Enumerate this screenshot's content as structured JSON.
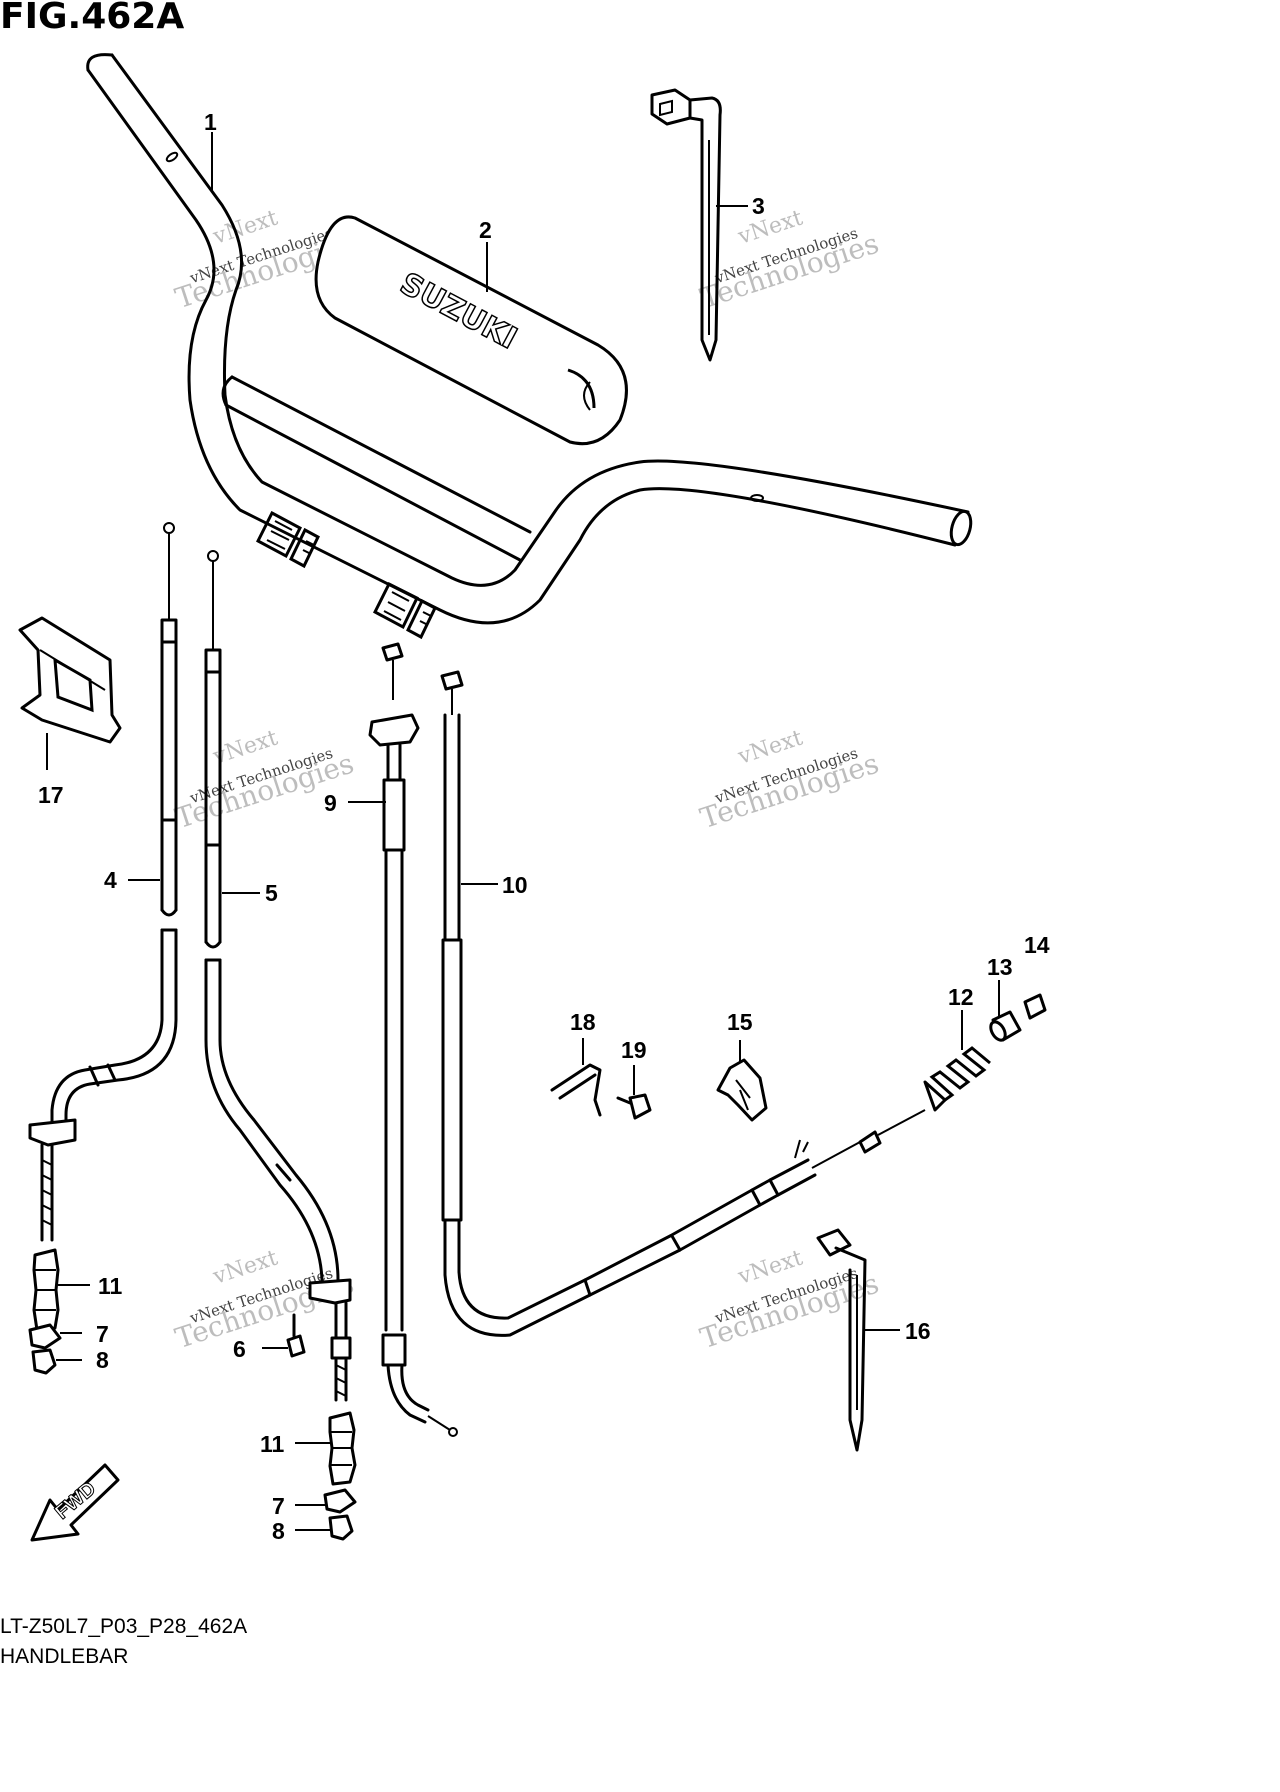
{
  "figure": {
    "title": "FIG.462A",
    "code": "LT-Z50L7_P03_P28_462A",
    "caption": "HANDLEBAR",
    "pad_logo_text": "SUZUKI",
    "fwd_label": "FWD"
  },
  "watermarks": [
    {
      "line1": "vNext",
      "line2": "vNext Technologies",
      "line3": "Technologies"
    },
    {
      "line1": "vNext",
      "line2": "vNext Technologies",
      "line3": "Technologies"
    },
    {
      "line1": "vNext",
      "line2": "vNext Technologies",
      "line3": "Technologies"
    },
    {
      "line1": "vNext",
      "line2": "vNext Technologies",
      "line3": "Technologies"
    },
    {
      "line1": "vNext",
      "line2": "vNext Technologies",
      "line3": "Technologies"
    },
    {
      "line1": "vNext",
      "line2": "vNext Technologies",
      "line3": "Technologies"
    }
  ],
  "callouts": {
    "c1": "1",
    "c2": "2",
    "c3": "3",
    "c4": "4",
    "c5": "5",
    "c6": "6",
    "c7a": "7",
    "c7b": "7",
    "c8a": "8",
    "c8b": "8",
    "c9": "9",
    "c10": "10",
    "c11a": "11",
    "c11b": "11",
    "c12": "12",
    "c13": "13",
    "c14": "14",
    "c15": "15",
    "c16": "16",
    "c17": "17",
    "c18": "18",
    "c19": "19"
  }
}
